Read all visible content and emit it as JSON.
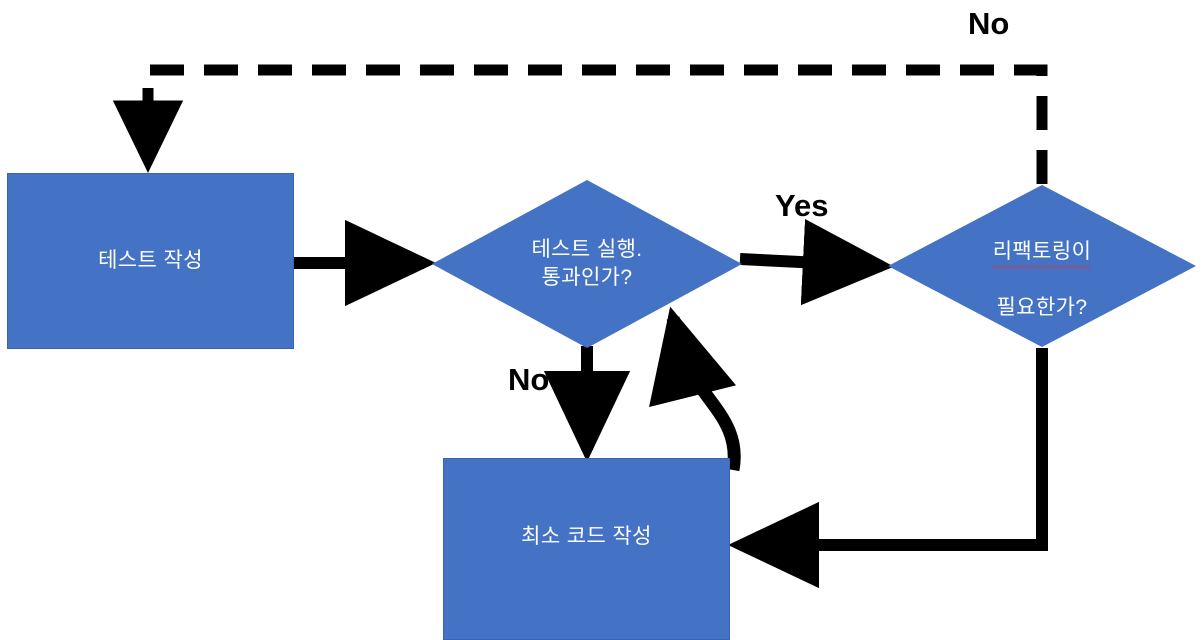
{
  "diagram": {
    "title": "TDD cycle flowchart",
    "colors": {
      "node_fill": "#4472C4",
      "node_text": "#FFFFFF",
      "connector": "#000000",
      "spellcheck_underline": "#E03030",
      "background": "#FFFFFF"
    },
    "nodes": [
      {
        "id": "write-test",
        "shape": "rectangle",
        "label": "테스트 작성"
      },
      {
        "id": "run-test-decision",
        "shape": "diamond",
        "label": "테스트 실행.\n통과인가?",
        "label_line1": "테스트 실행.",
        "label_line2": "통과인가?"
      },
      {
        "id": "refactor-decision",
        "shape": "diamond",
        "label": "리팩토링이\n필요한가?",
        "label_line1": "리팩토링이",
        "label_line2": "필요한가?",
        "spellcheck_on_line1": true
      },
      {
        "id": "write-minimal-code",
        "shape": "rectangle",
        "label": "최소 코드 작성"
      }
    ],
    "edge_labels": {
      "yes": "Yes",
      "no_down": "No",
      "no_loop": "No"
    },
    "edges": [
      {
        "id": "write-test-to-run-test",
        "style": "solid",
        "label": ""
      },
      {
        "id": "run-test-to-refactor",
        "style": "solid",
        "label": "Yes"
      },
      {
        "id": "run-test-to-minimal-code",
        "style": "solid",
        "label": "No"
      },
      {
        "id": "refactor-to-minimal-code",
        "style": "solid",
        "label": ""
      },
      {
        "id": "minimal-code-to-run-test",
        "style": "solid-curved",
        "label": ""
      },
      {
        "id": "refactor-to-write-test",
        "style": "dashed",
        "label": "No"
      }
    ]
  }
}
